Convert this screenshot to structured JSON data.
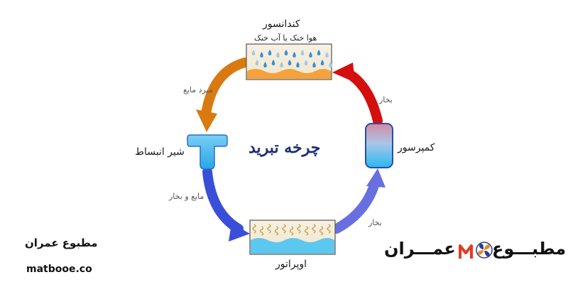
{
  "diagram": {
    "title": "چرخه تبرید",
    "components": {
      "condenser": "کندانسور",
      "condenser_sub": "هوا خنک یا آب خنک",
      "compressor": "کمپرسور",
      "evaporator": "اوپراتور",
      "expansion_valve": "شیر انبساط"
    },
    "flows": {
      "compressor_to_condenser": "بخار",
      "condenser_to_valve": "مبرد مایع",
      "valve_to_evaporator": "مایع و بخار",
      "evaporator_to_compressor": "بخار"
    },
    "colors": {
      "hot": "#d40f0f",
      "warm": "#d97a10",
      "cold": "#3a4fd8",
      "cool": "#6a6fe0",
      "water": "#5cc7ef",
      "droplet": "#3b8fd6",
      "flame": "#f6a23c"
    }
  },
  "branding": {
    "left_name": "مطبوع عمران",
    "left_url": "matbooe.co",
    "right_name_before": "مطبـــوع",
    "right_name_after": "عمـــران",
    "logo_icon": "fan-icon"
  }
}
